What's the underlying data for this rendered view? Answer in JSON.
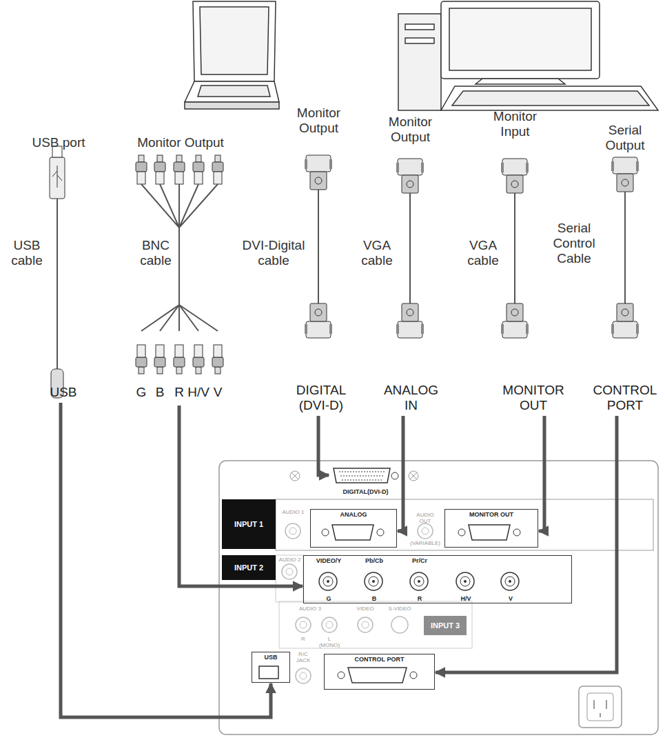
{
  "diagram": {
    "nodes": [
      {
        "text": [
          "USB"
        ]
      },
      {
        "text": [
          "G",
          "B",
          "R",
          "H/V",
          "V"
        ]
      },
      {
        "text": [
          "DIGITAL (DVI-D)"
        ]
      },
      {
        "text": [
          "ANALOG IN"
        ]
      },
      {
        "text": [
          "MONITOR OUT"
        ]
      },
      {
        "text": [
          "CONTROL PORT"
        ]
      },
      {
        "text": [
          "DIGITAL(DVI-D)"
        ]
      },
      {
        "text": [
          "INPUT 1"
        ]
      },
      {
        "text": [
          "ANALOG"
        ]
      },
      {
        "text": [
          "MONITOR OUT"
        ]
      },
      {
        "text": [
          "INPUT 2"
        ]
      },
      {
        "text": [
          "VIDEO/Y",
          "Pb/Cb",
          "Pr/Cr",
          "G",
          "B",
          "R",
          "H/V",
          "V"
        ]
      },
      {
        "text": [
          "INPUT 3"
        ]
      },
      {
        "text": [
          "USB"
        ]
      },
      {
        "text": [
          "CONTROL PORT"
        ]
      }
    ],
    "edges": [
      {
        "from": 0,
        "to": 13,
        "arrow": "to"
      },
      {
        "from": 1,
        "to": 11,
        "arrow": "to"
      },
      {
        "from": 2,
        "to": 6,
        "arrow": "to"
      },
      {
        "from": 3,
        "to": 8,
        "arrow": "to"
      },
      {
        "from": 4,
        "to": 9,
        "arrow": "to"
      },
      {
        "from": 5,
        "to": 14,
        "arrow": "to"
      }
    ],
    "labels": [
      "USB port",
      "Monitor Output",
      "Monitor Output",
      "Monitor Output",
      "Monitor Input",
      "Serial Output",
      "USB cable",
      "BNC cable",
      "DVI-Digital cable",
      "VGA cable",
      "VGA cable",
      "Serial Control Cable",
      "AUDIO 1",
      "AUDIO OUT",
      "(VARIABLE)",
      "AUDIO 2",
      "AUDIO 3",
      "R",
      "L",
      "(MONO)",
      "VIDEO",
      "S-VIDEO",
      "R/C JACK"
    ]
  }
}
